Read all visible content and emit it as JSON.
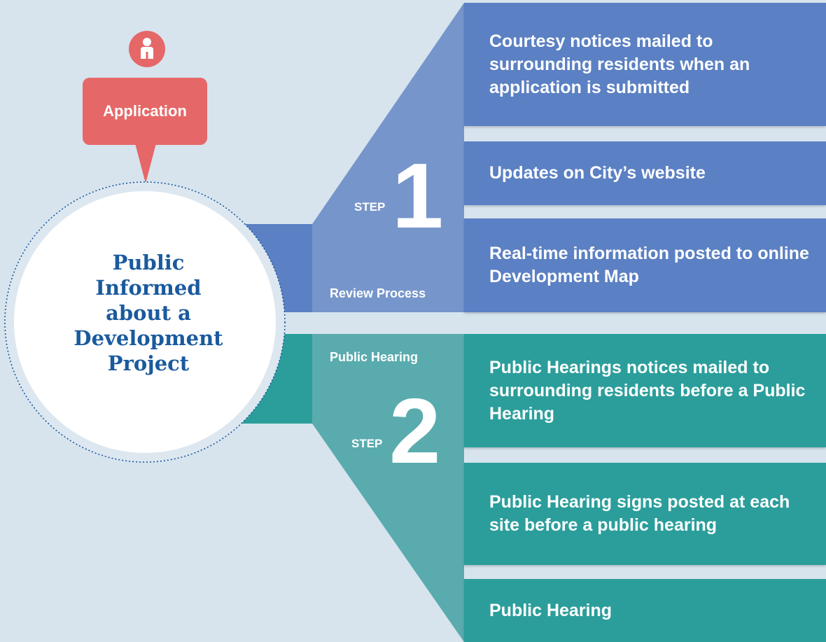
{
  "application": {
    "label": "Application",
    "icon": "person-icon"
  },
  "center": {
    "text_lines": [
      "Public",
      "Informed",
      "about a",
      "Development",
      "Project"
    ]
  },
  "steps": [
    {
      "step_word": "STEP",
      "number": "1",
      "phase": "Review Process",
      "color": "#5b80c3",
      "items": [
        "Courtesy notices mailed to surrounding residents when an application is submitted",
        "Updates on City’s website",
        "Real-time information posted to online Development Map"
      ]
    },
    {
      "step_word": "STEP",
      "number": "2",
      "phase": "Public Hearing",
      "color": "#2b9e9b",
      "items": [
        "Public Hearings notices mailed to surrounding residents before a Public Hearing",
        "Public Hearing signs posted at each site before a public hearing",
        "Public Hearing"
      ]
    }
  ],
  "colors": {
    "background": "#d7e4ee",
    "blue": "#5b80c3",
    "blue_light": "#7695cb",
    "teal": "#2b9e9b",
    "teal_light": "#5aabae",
    "application": "#e66767",
    "title": "#1a5a9e"
  }
}
